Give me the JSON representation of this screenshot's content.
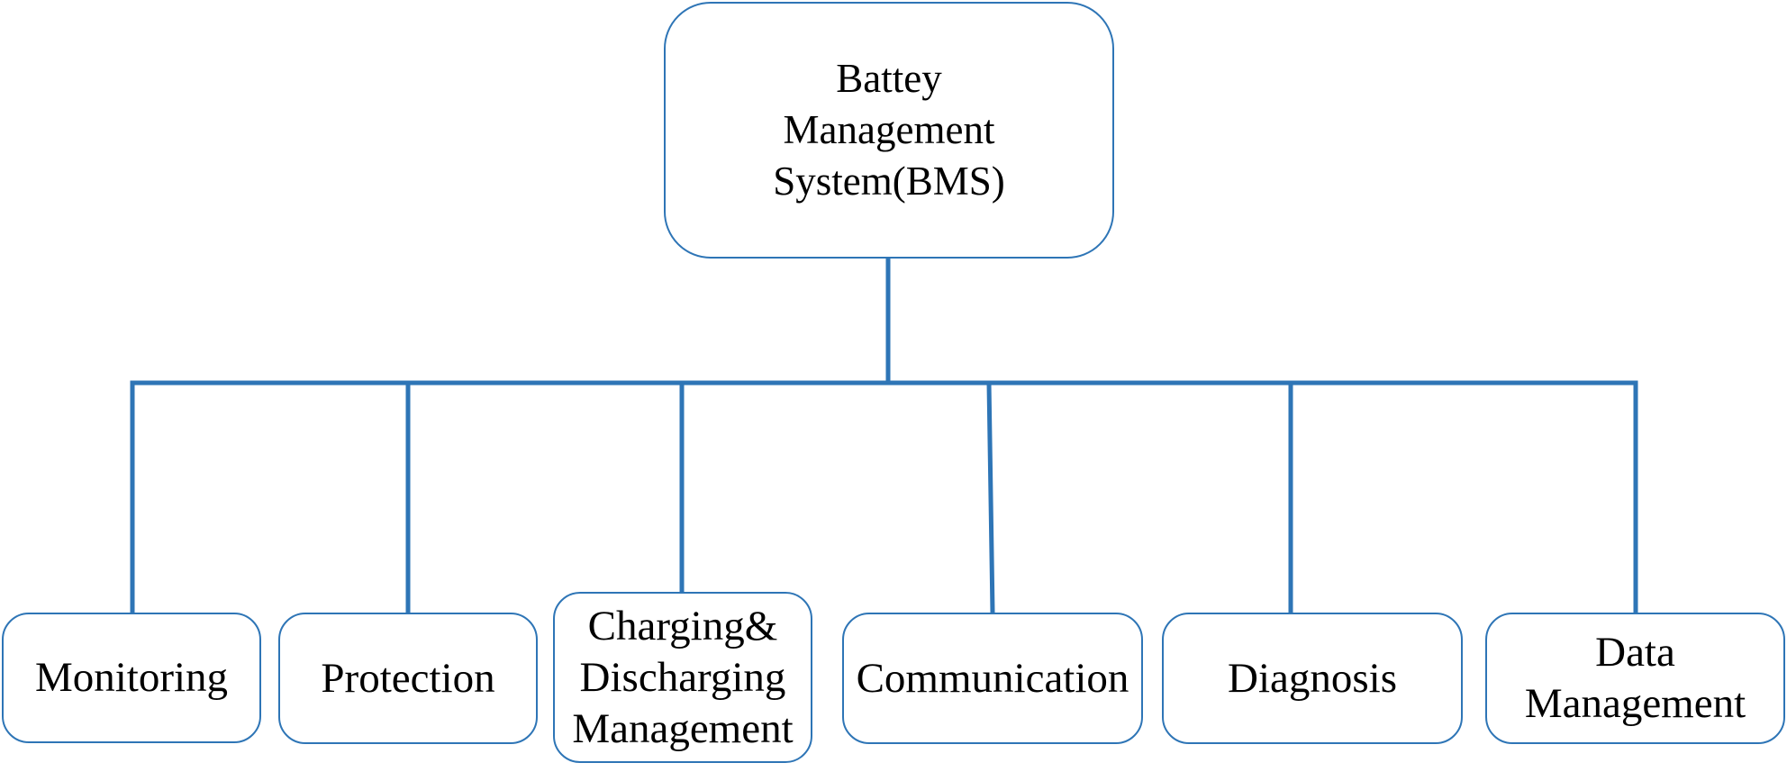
{
  "diagram": {
    "root": {
      "label": "Battey\nManagement\nSystem(BMS)"
    },
    "children": [
      {
        "label": "Monitoring"
      },
      {
        "label": "Protection"
      },
      {
        "label": "Charging&\nDischarging\nManagement"
      },
      {
        "label": "Communication"
      },
      {
        "label": "Diagnosis"
      },
      {
        "label": "Data\nManagement"
      }
    ]
  },
  "colors": {
    "connector": "#2e75b6",
    "box_border": "#2e75b6",
    "text": "#000000"
  }
}
